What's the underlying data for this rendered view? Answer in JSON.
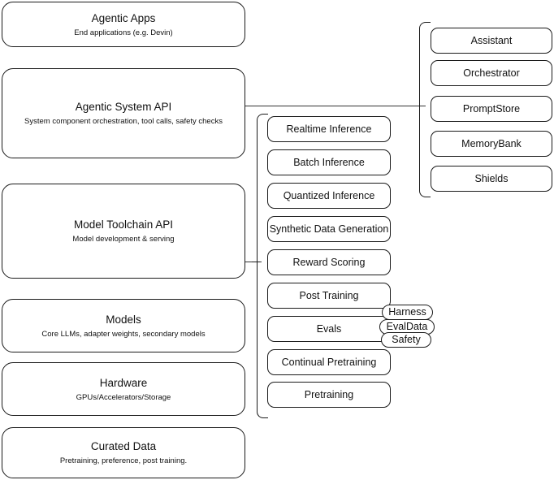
{
  "diagram": {
    "title": "Llama Stack layered architecture",
    "stroke_color": "#1a1a1a",
    "background_color": "#ffffff"
  },
  "left_column": {
    "name": "stack-layers",
    "items": [
      {
        "title": "Agentic Apps",
        "subtitle": "End applications (e.g. Devin)"
      },
      {
        "title": "Agentic System API",
        "subtitle": "System component orchestration, tool calls, safety checks"
      },
      {
        "title": "Model Toolchain API",
        "subtitle": "Model development & serving"
      },
      {
        "title": "Models",
        "subtitle": "Core LLMs, adapter weights, secondary models"
      },
      {
        "title": "Hardware",
        "subtitle": "GPUs/Accelerators/Storage"
      },
      {
        "title": "Curated Data",
        "subtitle": "Pretraining, preference, post training."
      }
    ]
  },
  "middle_column": {
    "name": "model-toolchain-api-capabilities",
    "items": [
      "Realtime Inference",
      "Batch Inference",
      "Quantized Inference",
      "Synthetic Data Generation",
      "Reward Scoring",
      "Post Training",
      "Evals",
      "Continual Pretraining",
      "Pretraining"
    ]
  },
  "right_column": {
    "name": "agentic-system-api-components",
    "items": [
      "Assistant",
      "Orchestrator",
      "PromptStore",
      "MemoryBank",
      "Shields"
    ]
  },
  "eval_pills": {
    "name": "evals-subcomponents",
    "items": [
      "Harness",
      "EvalData",
      "Safety"
    ]
  }
}
